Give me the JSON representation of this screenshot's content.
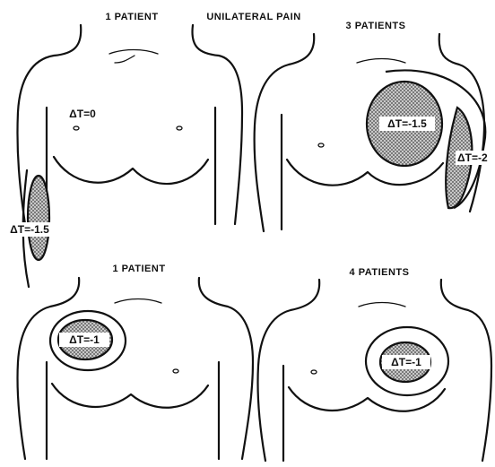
{
  "figure": {
    "heading": "UNILATERAL PAIN",
    "panels": [
      {
        "patients": "1 PATIENT",
        "zones": [
          {
            "site": "chest-right-nipple",
            "delta_t": "ΔT=0",
            "shaded": false
          },
          {
            "site": "right-forearm",
            "delta_t": "ΔT=-1.5",
            "shaded": true
          }
        ]
      },
      {
        "patients": "3 PATIENTS",
        "zones": [
          {
            "site": "left-chest",
            "delta_t": "ΔT=-1.5",
            "shaded": true
          },
          {
            "site": "left-arm",
            "delta_t": "ΔT=-2",
            "shaded": true
          }
        ]
      },
      {
        "patients": "1 PATIENT",
        "zones": [
          {
            "site": "right-chest",
            "delta_t": "ΔT=-1",
            "shaded": true
          }
        ]
      },
      {
        "patients": "4 PATIENTS",
        "zones": [
          {
            "site": "left-chest",
            "delta_t": "ΔT=-1",
            "shaded": true
          }
        ]
      }
    ],
    "colors": {
      "ink": "#111111",
      "paper": "#ffffff"
    }
  }
}
